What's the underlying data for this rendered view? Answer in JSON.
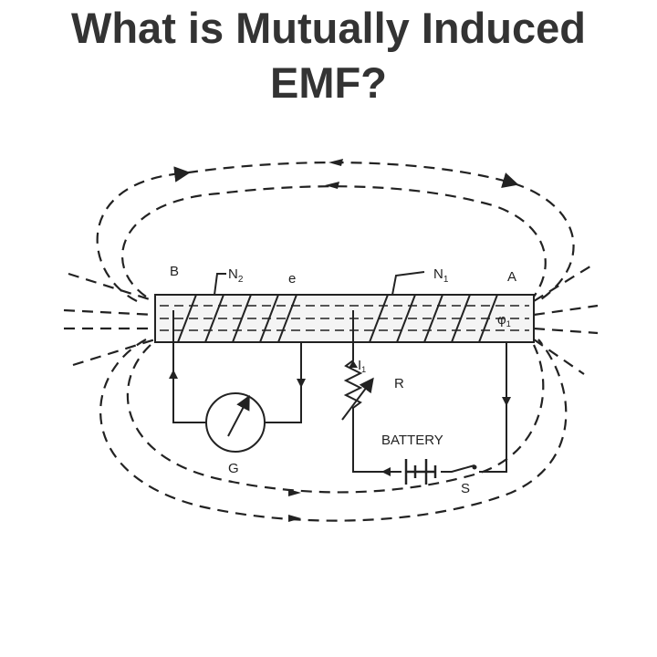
{
  "title": {
    "line1": "What is Mutually Induced",
    "line2": "EMF?"
  },
  "diagram": {
    "labels": {
      "end_b": "B",
      "secondary_coil": "N",
      "secondary_sub": "2",
      "emf": "e",
      "primary_coil": "N",
      "primary_sub": "1",
      "end_a": "A",
      "flux": "φ",
      "flux_sub": "1",
      "current": "I",
      "current_sub": "1",
      "resistor": "R",
      "battery": "BATTERY",
      "galvanometer": "G",
      "switch": "S"
    }
  }
}
